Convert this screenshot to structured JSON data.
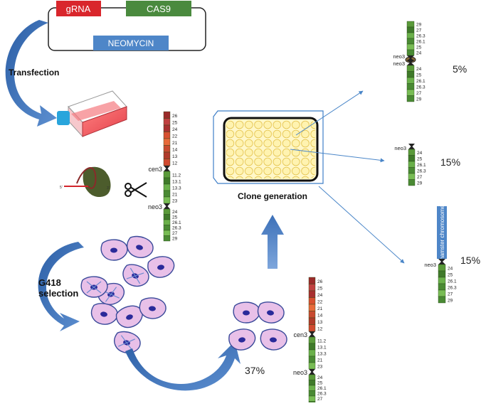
{
  "plasmid": {
    "grna_label": "gRNA",
    "cas9_label": "CAS9",
    "neomycin_label": "NEOMYCIN",
    "colors": {
      "grna": "#d9262c",
      "cas9": "#4a8a3e",
      "neomycin": "#4e86c8"
    }
  },
  "steps": {
    "transfection": "Transfection",
    "g418_line1": "G418",
    "g418_line2": "selection",
    "clone_generation": "Clone generation"
  },
  "cas9_complex": {
    "five_prime": "5'",
    "three_prime": "3'"
  },
  "chromosome_bands": {
    "upper": [
      "26",
      "25",
      "24",
      "22",
      "21",
      "14",
      "13",
      "12"
    ],
    "cen": "cen3",
    "lower_top": [
      "11.2",
      "13.1",
      "13.3",
      "21",
      "23"
    ],
    "neo": "neo3",
    "lower_bottom": [
      "24",
      "25",
      "26.1",
      "26.3",
      "27",
      "29"
    ]
  },
  "selection_percent": "37%",
  "outcomes": [
    {
      "percent": "5%",
      "neo_upper": "neo3",
      "neo_lower": "neo3",
      "bands_top": [
        "29",
        "27",
        "26.3",
        "26.1",
        "25",
        "24"
      ],
      "bands_bottom": [
        "24",
        "25",
        "26.1",
        "26.3",
        "27",
        "29"
      ]
    },
    {
      "percent": "15%",
      "neo": "neo3",
      "bands": [
        "24",
        "25",
        "26.1",
        "26.3",
        "27",
        "29"
      ]
    },
    {
      "percent": "15%",
      "neo": "neo3",
      "hamster_label": "hamster chromosome",
      "bands": [
        "24",
        "25",
        "26.1",
        "26.3",
        "27",
        "29"
      ]
    }
  ]
}
